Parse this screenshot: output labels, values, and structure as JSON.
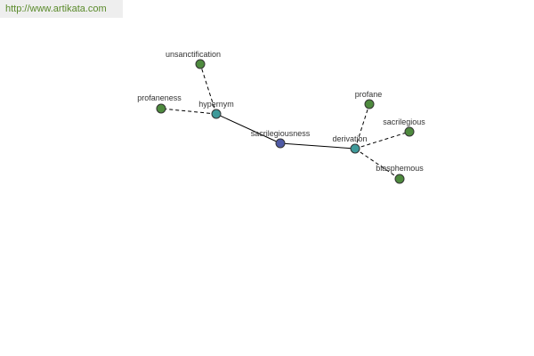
{
  "watermark": {
    "text": "http://www.artikata.com"
  },
  "colors": {
    "center": "#4f5aa5",
    "relation": "#3f9a9a",
    "term": "#4e8a3e",
    "watermark_text": "#5a8a2a",
    "watermark_bg": "#eeeeee"
  },
  "graph": {
    "nodes": [
      {
        "id": "sacrilegiousness",
        "label": "sacrilegiousness",
        "kind": "center"
      },
      {
        "id": "hypernym",
        "label": "hypernym",
        "kind": "relation"
      },
      {
        "id": "derivation",
        "label": "derivation",
        "kind": "relation"
      },
      {
        "id": "unsanctification",
        "label": "unsanctification",
        "kind": "term"
      },
      {
        "id": "profaneness",
        "label": "profaneness",
        "kind": "term"
      },
      {
        "id": "profane",
        "label": "profane",
        "kind": "term"
      },
      {
        "id": "sacrilegious",
        "label": "sacrilegious",
        "kind": "term"
      },
      {
        "id": "blasphemous",
        "label": "blasphemous",
        "kind": "term"
      }
    ],
    "edges": [
      {
        "from": "sacrilegiousness",
        "to": "hypernym",
        "style": "solid"
      },
      {
        "from": "sacrilegiousness",
        "to": "derivation",
        "style": "solid"
      },
      {
        "from": "hypernym",
        "to": "unsanctification",
        "style": "dashed"
      },
      {
        "from": "hypernym",
        "to": "profaneness",
        "style": "dashed"
      },
      {
        "from": "derivation",
        "to": "profane",
        "style": "dashed"
      },
      {
        "from": "derivation",
        "to": "sacrilegious",
        "style": "dashed"
      },
      {
        "from": "derivation",
        "to": "blasphemous",
        "style": "dashed"
      }
    ]
  }
}
